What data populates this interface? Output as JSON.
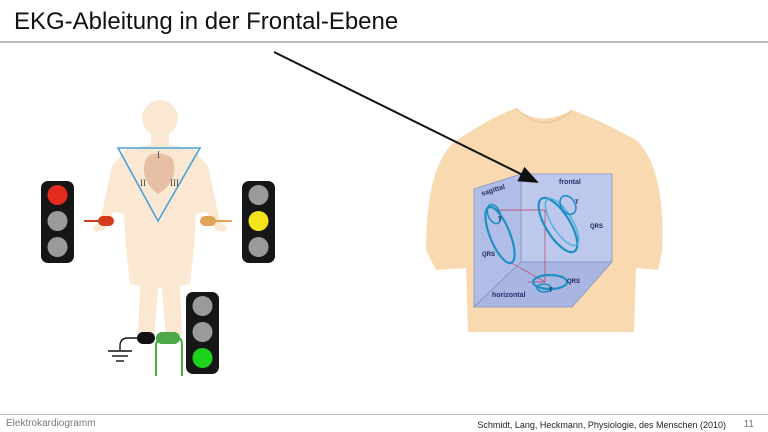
{
  "slide": {
    "title": "EKG-Ableitung in der Frontal-Ebene",
    "footer_left": "Elektrokardiogramm",
    "footer_right": "Schmidt, Lang, Heckmann, Physiologie, des Menschen (2010)",
    "page_number": "11"
  },
  "einthoven": {
    "leads": [
      "I",
      "II",
      "III"
    ]
  },
  "traffic_lights": {
    "left": {
      "active": "red"
    },
    "right": {
      "active": "yellow"
    },
    "bottom": {
      "active": "green"
    }
  },
  "planes": {
    "sagittal": "sagittal",
    "frontal": "frontal",
    "horizontal": "horizontal"
  },
  "loop_labels": {
    "qrs": "QRS",
    "t": "T"
  },
  "colors": {
    "skin": "#f9d9b0",
    "body_light": "#fbe8d3",
    "triangle": "#4aa3d8",
    "red_electrode": "#d43a1c",
    "orange_electrode": "#e3a35a",
    "green_electrode": "#4ba845",
    "plane_blue": "#b6c3e8",
    "loop_blue": "#1f8fc4"
  }
}
